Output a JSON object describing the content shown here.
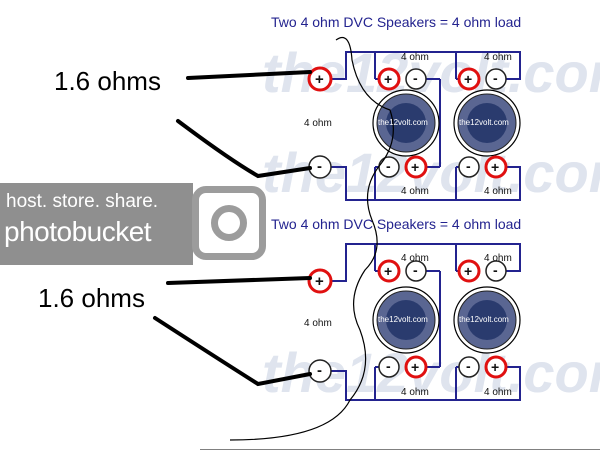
{
  "diagram": {
    "watermark_bg": "the12volt.com",
    "top": {
      "title": "Two 4 ohm DVC Speakers = 4 ohm load",
      "handwritten_label": "1.6 ohms",
      "amp_label": "4 ohm",
      "coil_top_left": "4 ohm",
      "coil_top_right": "4 ohm",
      "coil_bottom_left": "4 ohm",
      "coil_bottom_right": "4 ohm",
      "cone_label": "the12volt.com",
      "plus": "+",
      "minus": "-"
    },
    "bottom": {
      "title": "Two 4 ohm DVC Speakers = 4 ohm load",
      "handwritten_label": "1.6 ohms",
      "amp_label": "4 ohm",
      "coil_top_left": "4 ohm",
      "coil_top_right": "4 ohm",
      "coil_bottom_left": "4 ohm",
      "coil_bottom_right": "4 ohm",
      "cone_label": "the12volt.com",
      "plus": "+",
      "minus": "-"
    }
  },
  "photobucket": {
    "line1": "host. store. share.",
    "line2": "photobucket"
  },
  "colors": {
    "wire": "#23238f",
    "terminal_ring": "#e01010",
    "cone": "#2a3b6e",
    "handwriting": "#000000",
    "watermark": "#8f8f8f"
  }
}
